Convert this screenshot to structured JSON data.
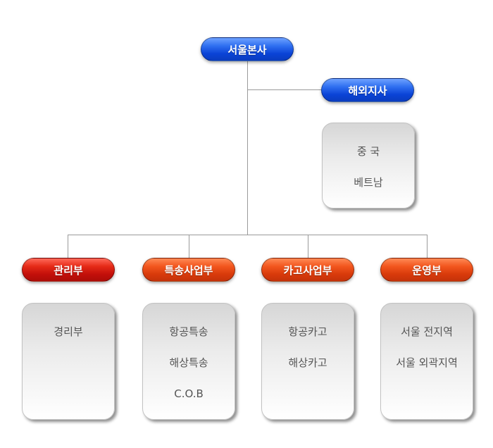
{
  "headquarters": {
    "label": "서울본사"
  },
  "overseas": {
    "label": "해외지사",
    "items": [
      "중 국",
      "베트남"
    ]
  },
  "departments": [
    {
      "label": "관리부",
      "items": [
        "경리부"
      ]
    },
    {
      "label": "특송사업부",
      "items": [
        "항공특송",
        "해상특송",
        "C.O.B"
      ]
    },
    {
      "label": "카고사업부",
      "items": [
        "항공카고",
        "해상카고"
      ]
    },
    {
      "label": "운영부",
      "items": [
        "서울 전지역",
        "서울 외곽지역"
      ]
    }
  ],
  "colors": {
    "headquarters": "#1a52e0",
    "overseas": "#1a52e0",
    "management": "#d41a10",
    "express": "#e5481a",
    "cargo": "#e5481a",
    "operations": "#e5481a",
    "connector": "#9a9a9a"
  }
}
